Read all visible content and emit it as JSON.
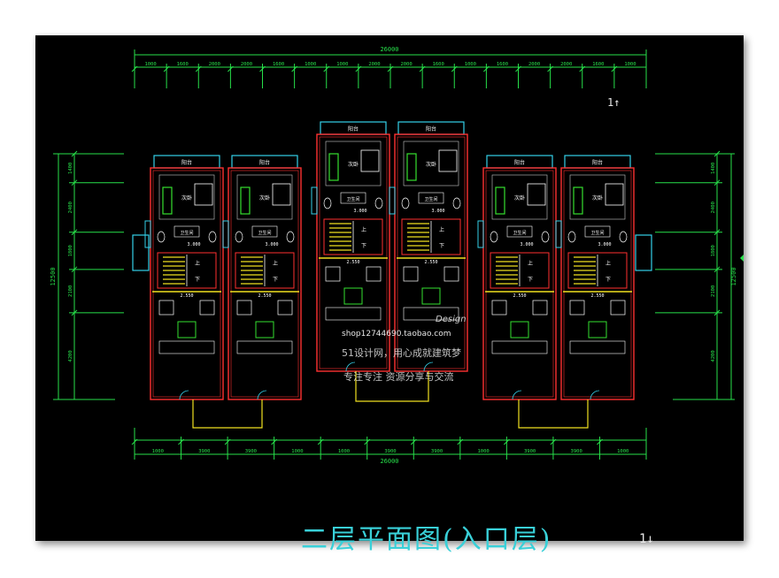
{
  "drawing": {
    "title": "二层平面图(入口层)",
    "page_mark": "1↓",
    "north_mark": "1↑"
  },
  "dimensions": {
    "overall": "26000",
    "top_segments": [
      "1000",
      "1600",
      "2000",
      "2000",
      "1600",
      "1000",
      "1000",
      "2000",
      "2000",
      "1600",
      "1000",
      "1600",
      "2000",
      "2000",
      "1600",
      "1000"
    ],
    "bottom_segments": [
      "1000",
      "3900",
      "3900",
      "1000",
      "1000",
      "3900",
      "3900",
      "1000",
      "3900",
      "3900",
      "1000"
    ],
    "left_total": "12500",
    "left_segments": [
      "1400",
      "2400",
      "1800",
      "2100",
      "4200"
    ],
    "right_total": "12500",
    "right_segments": [
      "1400",
      "2400",
      "1800",
      "2100",
      "4200"
    ]
  },
  "rooms": {
    "balcony": "阳台",
    "bedroom": "次卧",
    "bathroom": "卫生间",
    "level_upper": "3.000",
    "level_lower": "2.550",
    "stair_up": "上",
    "stair_down": "下"
  },
  "watermark": {
    "url": "shop12744690.taobao.com",
    "line1": "51设计网，用心成就建筑梦",
    "line2": "专注专注 资源分享与交流",
    "brand": "Design"
  },
  "colors": {
    "background": "#000000",
    "wall": "#ff3030",
    "dimension": "#27e04a",
    "balcony": "#34d0e8",
    "stair": "#f0e020",
    "furniture": "#ffffff",
    "title": "#39d0d8"
  }
}
